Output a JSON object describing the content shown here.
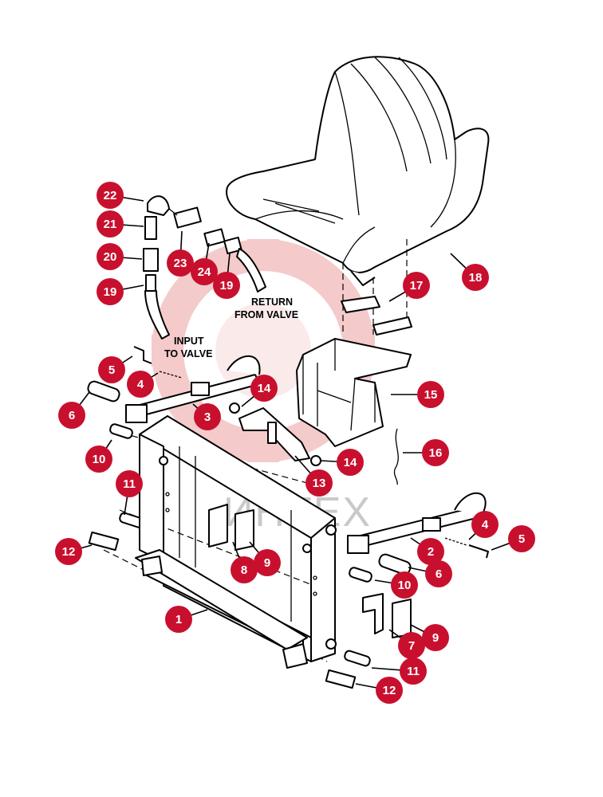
{
  "watermark": {
    "text": "ИНТЕХ",
    "color": "#e8b3b3"
  },
  "notes": {
    "return_line1": "RETURN",
    "return_line2": "FROM VALVE",
    "input_line1": "INPUT",
    "input_line2": "TO VALVE"
  },
  "callout_color": "#c8102e",
  "callouts": [
    {
      "label": "22"
    },
    {
      "label": "21"
    },
    {
      "label": "20"
    },
    {
      "label": "19"
    },
    {
      "label": "23"
    },
    {
      "label": "24"
    },
    {
      "label": "19"
    },
    {
      "label": "18"
    },
    {
      "label": "17"
    },
    {
      "label": "5"
    },
    {
      "label": "4"
    },
    {
      "label": "6"
    },
    {
      "label": "3"
    },
    {
      "label": "14"
    },
    {
      "label": "15"
    },
    {
      "label": "10"
    },
    {
      "label": "16"
    },
    {
      "label": "14"
    },
    {
      "label": "13"
    },
    {
      "label": "11"
    },
    {
      "label": "4"
    },
    {
      "label": "5"
    },
    {
      "label": "12"
    },
    {
      "label": "8"
    },
    {
      "label": "9"
    },
    {
      "label": "2"
    },
    {
      "label": "6"
    },
    {
      "label": "10"
    },
    {
      "label": "1"
    },
    {
      "label": "7"
    },
    {
      "label": "9"
    },
    {
      "label": "11"
    },
    {
      "label": "12"
    }
  ]
}
